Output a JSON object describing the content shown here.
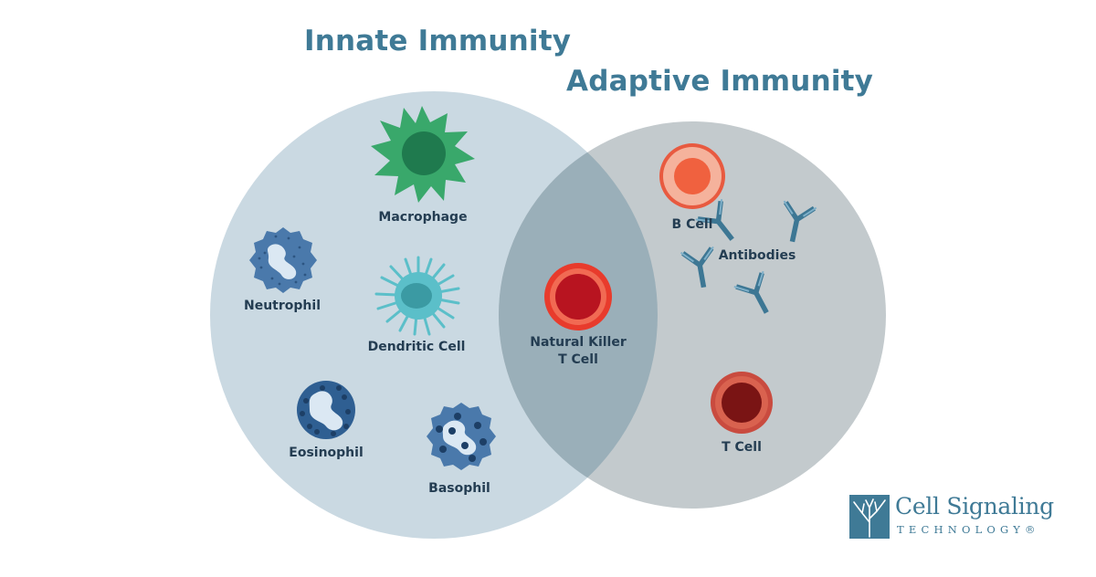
{
  "titles": {
    "innate": "Innate Immunity",
    "adaptive": "Adaptive Immunity"
  },
  "cells": {
    "macrophage": "Macrophage",
    "neutrophil": "Neutrophil",
    "dendritic": "Dendritic Cell",
    "eosinophil": "Eosinophil",
    "basophil": "Basophil",
    "nk_line1": "Natural Killer",
    "nk_line2": "T Cell",
    "b_cell": "B Cell",
    "antibodies": "Antibodies",
    "t_cell": "T Cell"
  },
  "brand": {
    "name": "Cell Signaling",
    "sub": "TECHNOLOGY®"
  },
  "colors": {
    "innate_circle": "#cad9e2",
    "adaptive_circle": "#c3cacd",
    "overlap": "#9aafb9",
    "title": "#3f7a96",
    "label": "#243d52",
    "macrophage": "#39a86b",
    "dendritic": "#5bbfc9",
    "granulocyte": "#4a79ab",
    "nk_cell": "#e83b2c",
    "b_cell": "#f08c70",
    "t_cell": "#c94b3f",
    "antibody": "#3d7794"
  }
}
